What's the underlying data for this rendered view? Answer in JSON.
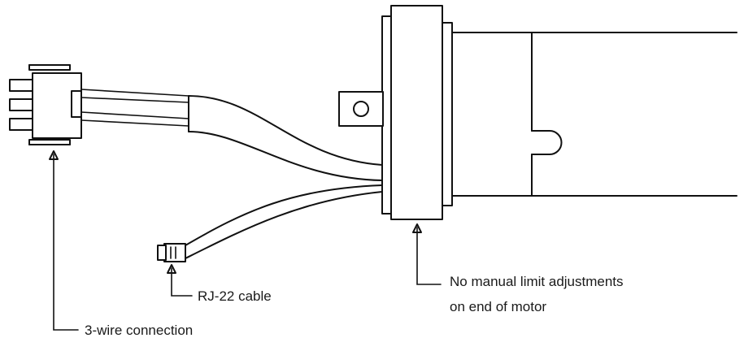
{
  "labels": {
    "rj22": "RJ-22 cable",
    "three_wire": "3-wire connection",
    "limit_line1": "No manual limit adjustments",
    "limit_line2": "on end of motor"
  }
}
